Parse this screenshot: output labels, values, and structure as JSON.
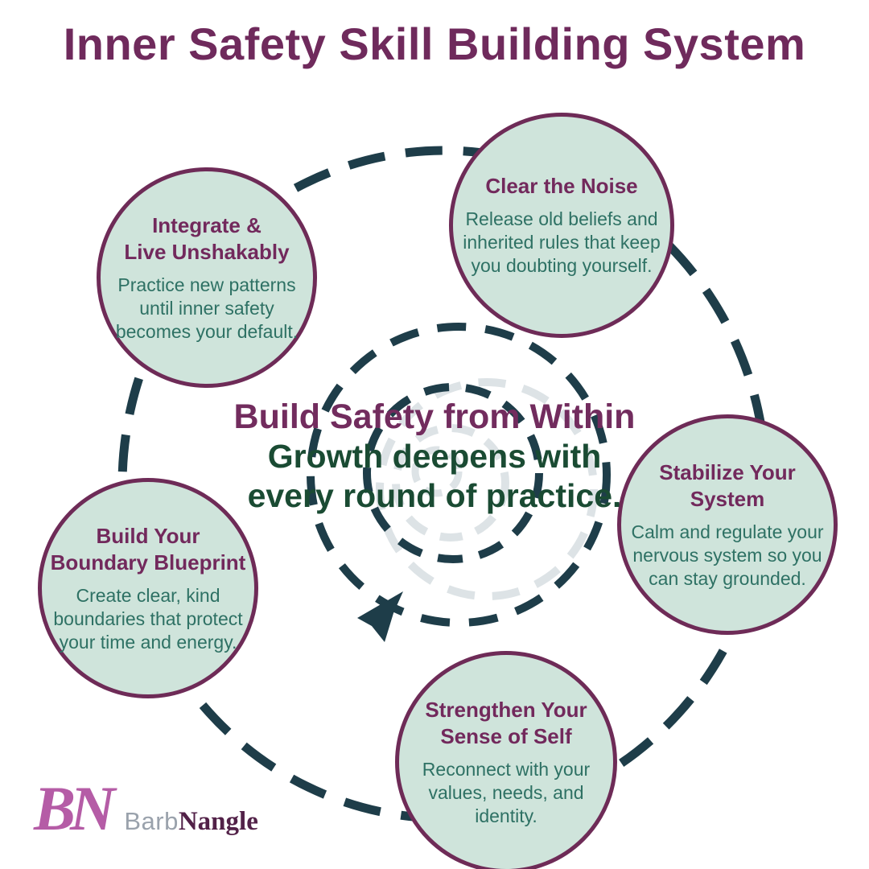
{
  "title": "Inner Safety Skill Building System",
  "center": {
    "headline": "Build Safety from Within",
    "subline1": "Growth deepens with",
    "subline2": "every round of practice."
  },
  "circles": [
    {
      "name": "clear-the-noise",
      "title_lines": [
        "Clear the Noise"
      ],
      "body": "Release old beliefs and inherited rules that keep you doubting yourself."
    },
    {
      "name": "stabilize-your-system",
      "title_lines": [
        "Stabilize Your",
        "System"
      ],
      "body": "Calm and regulate your nervous system so you can stay grounded."
    },
    {
      "name": "strengthen-your-sense-of-self",
      "title_lines": [
        "Strengthen Your",
        "Sense of Self"
      ],
      "body": "Reconnect with your values, needs, and identity."
    },
    {
      "name": "build-your-boundary-blueprint",
      "title_lines": [
        "Build Your",
        "Boundary Blueprint"
      ],
      "body": "Create clear, kind boundaries that protect your time and energy."
    },
    {
      "name": "integrate-live-unshakably",
      "title_lines": [
        "Integrate &",
        "Live Unshakably"
      ],
      "body": "Practice new patterns until inner safety becomes your default."
    }
  ],
  "logo": {
    "monogram": "BN",
    "name_light": "Barb",
    "name_bold": "Nangle"
  },
  "colors": {
    "title_purple": "#6f2a5c",
    "heading_purple": "#72295c",
    "body_green": "#2e7164",
    "center_green": "#1a4b33",
    "circle_fill": "#cfe4db",
    "circle_border": "#6e2b57",
    "dash_dark_teal": "#1e3d49",
    "dash_light_gray": "#dde3e6",
    "logo_pink": "#b55ca6",
    "logo_gray": "#9aa2ac",
    "logo_plum": "#522148"
  }
}
